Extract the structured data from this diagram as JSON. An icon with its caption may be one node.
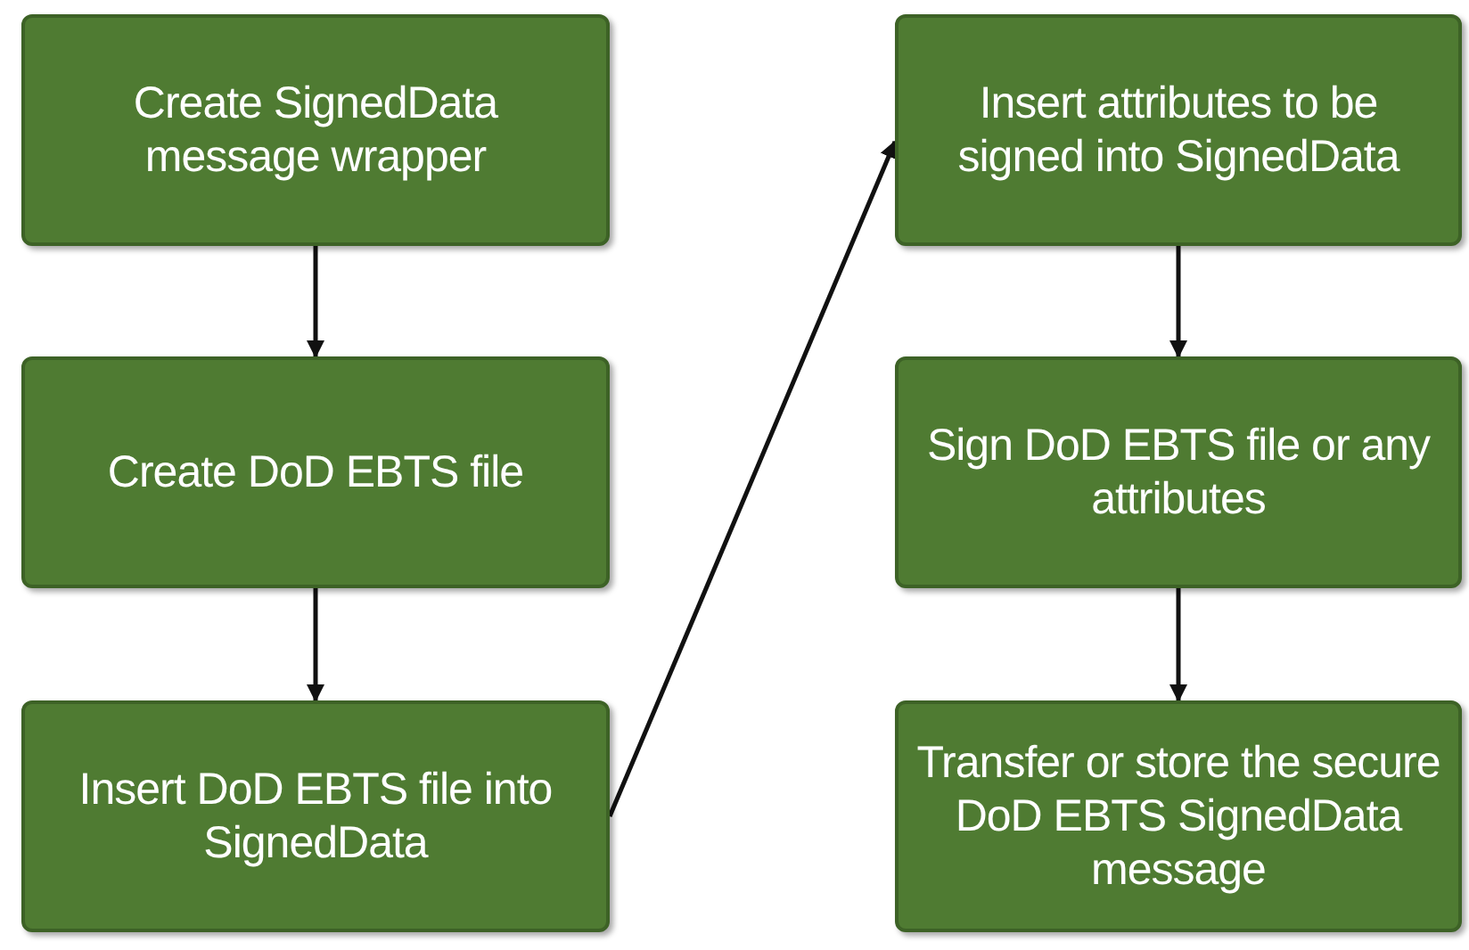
{
  "diagram": {
    "nodes": [
      {
        "text": [
          "Create SignedData message wrapper"
        ]
      },
      {
        "text": [
          "Create DoD EBTS file"
        ]
      },
      {
        "text": [
          "Insert DoD EBTS file into SignedData"
        ]
      },
      {
        "text": [
          "Insert attributes to be signed into SignedData"
        ]
      },
      {
        "text": [
          "Sign DoD EBTS file or any attributes"
        ]
      },
      {
        "text": [
          "Transfer or store the secure DoD EBTS SignedData message"
        ]
      }
    ],
    "edges": [
      {
        "from": 0,
        "to": 1,
        "arrow": "to"
      },
      {
        "from": 1,
        "to": 2,
        "arrow": "to"
      },
      {
        "from": 2,
        "to": 3,
        "arrow": "to"
      },
      {
        "from": 3,
        "to": 4,
        "arrow": "to"
      },
      {
        "from": 4,
        "to": 5,
        "arrow": "to"
      }
    ]
  }
}
